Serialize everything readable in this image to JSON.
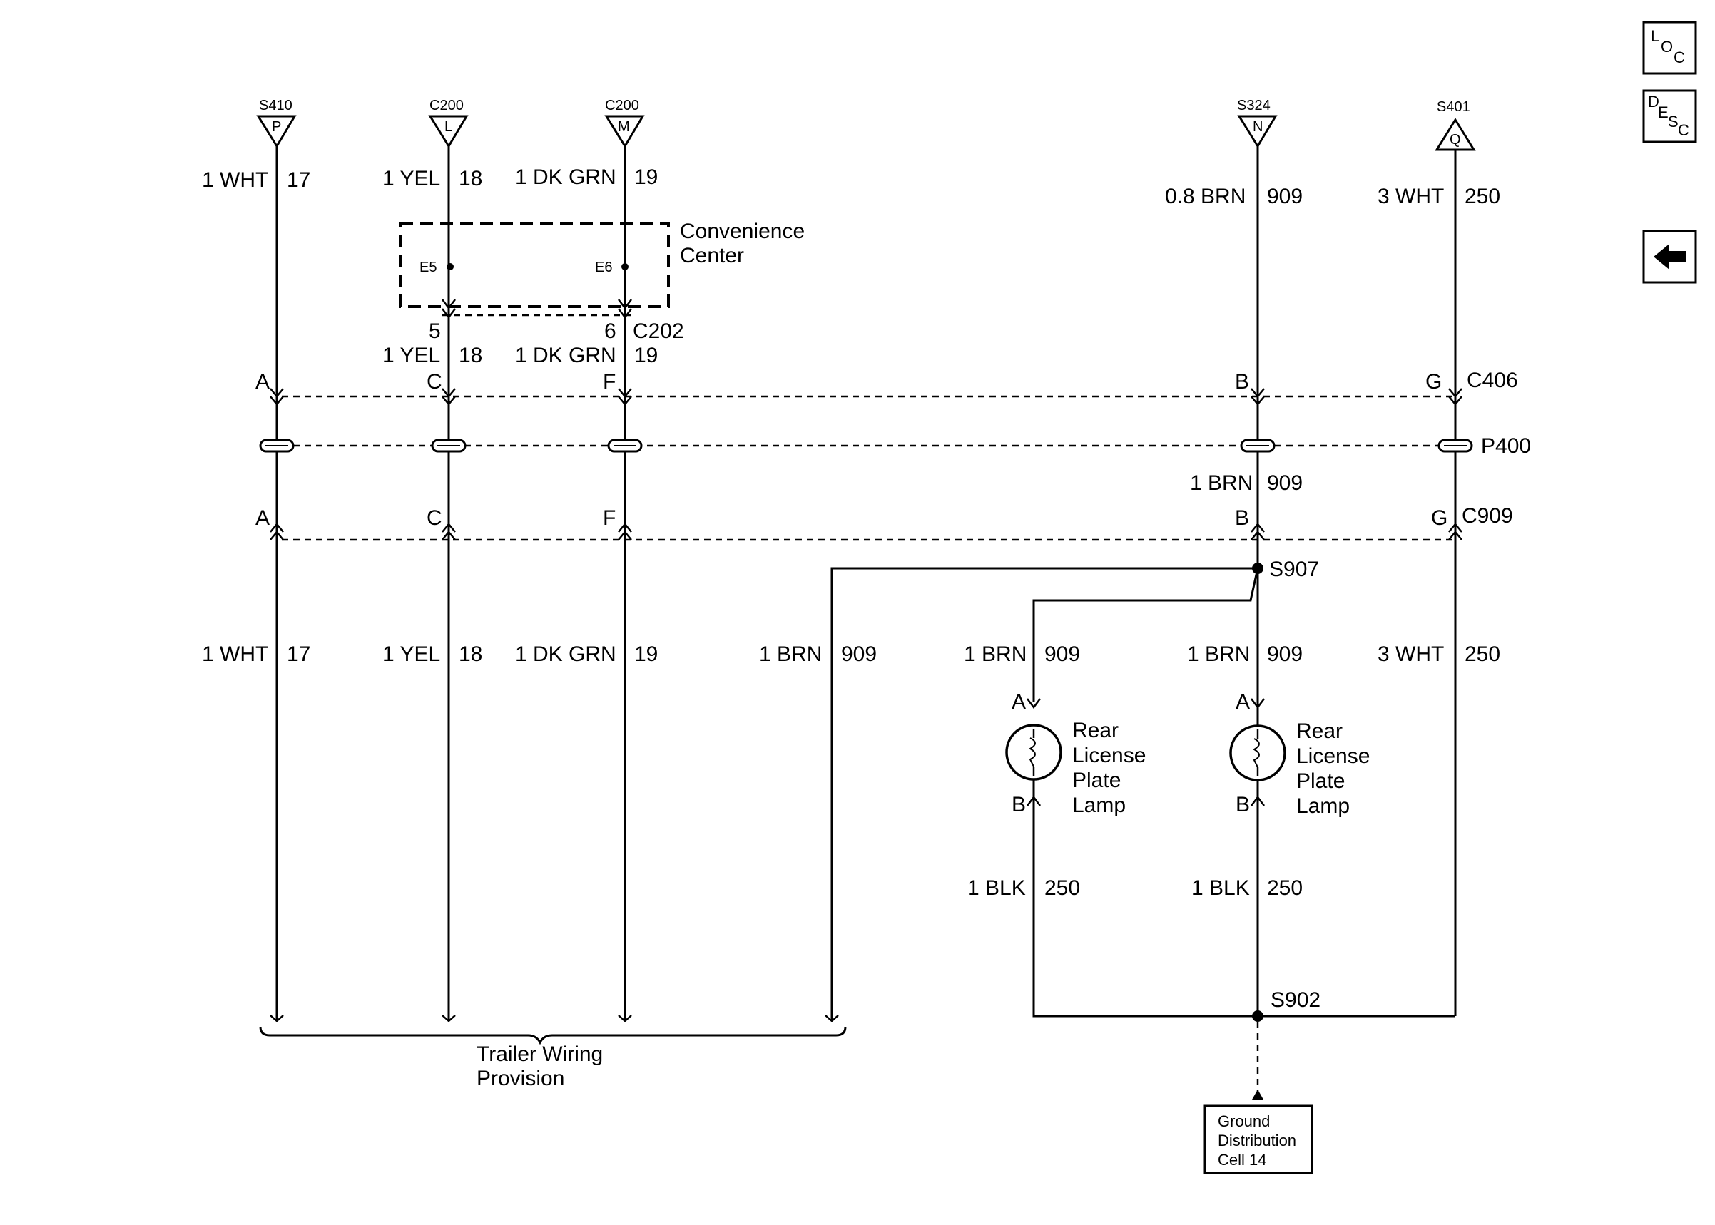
{
  "nav": {
    "loc_label": "LOC",
    "desc_label": "DESC",
    "back_icon": "left-arrow-icon"
  },
  "sources": {
    "s410": {
      "name": "S410",
      "pin": "P"
    },
    "c200_l": {
      "name": "C200",
      "pin": "L"
    },
    "c200_m": {
      "name": "C200",
      "pin": "M"
    },
    "s324": {
      "name": "S324",
      "pin": "N"
    },
    "s401": {
      "name": "S401",
      "pin": "Q"
    }
  },
  "wires_top": {
    "w17": {
      "color": "1 WHT",
      "circuit": "17"
    },
    "w18": {
      "color": "1 YEL",
      "circuit": "18"
    },
    "w19": {
      "color": "1 DK GRN",
      "circuit": "19"
    },
    "w909": {
      "color": "0.8 BRN",
      "circuit": "909"
    },
    "w250": {
      "color": "3 WHT",
      "circuit": "250"
    }
  },
  "convenience_center": {
    "title_line1": "Convenience",
    "title_line2": "Center",
    "pin_e5": "E5",
    "pin_e6": "E6"
  },
  "c202": {
    "name": "C202",
    "pin5": "5",
    "pin6": "6",
    "w18": {
      "color": "1 YEL",
      "circuit": "18"
    },
    "w19": {
      "color": "1 DK GRN",
      "circuit": "19"
    }
  },
  "c406": {
    "name": "C406",
    "pins": [
      "A",
      "C",
      "F",
      "B",
      "G"
    ]
  },
  "p400": {
    "name": "P400"
  },
  "p400_wire": {
    "color": "1 BRN",
    "circuit": "909"
  },
  "c909": {
    "name": "C909",
    "pins": [
      "A",
      "C",
      "F",
      "B",
      "G"
    ]
  },
  "splices": {
    "s907": "S907",
    "s902": "S902"
  },
  "wires_bottom": {
    "w17": {
      "color": "1 WHT",
      "circuit": "17"
    },
    "w18": {
      "color": "1 YEL",
      "circuit": "18"
    },
    "w19": {
      "color": "1 DK GRN",
      "circuit": "19"
    },
    "w909a": {
      "color": "1 BRN",
      "circuit": "909"
    },
    "w909b": {
      "color": "1 BRN",
      "circuit": "909"
    },
    "w909c": {
      "color": "1 BRN",
      "circuit": "909"
    },
    "w250": {
      "color": "3 WHT",
      "circuit": "250"
    },
    "blk1": {
      "color": "1 BLK",
      "circuit": "250"
    },
    "blk2": {
      "color": "1 BLK",
      "circuit": "250"
    }
  },
  "lamps": [
    {
      "pin_a": "A",
      "pin_b": "B",
      "line1": "Rear",
      "line2": "License",
      "line3": "Plate",
      "line4": "Lamp"
    },
    {
      "pin_a": "A",
      "pin_b": "B",
      "line1": "Rear",
      "line2": "License",
      "line3": "Plate",
      "line4": "Lamp"
    }
  ],
  "trailer": {
    "line1": "Trailer Wiring",
    "line2": "Provision"
  },
  "ground_box": {
    "line1": "Ground",
    "line2": "Distribution",
    "line3": "Cell 14"
  }
}
